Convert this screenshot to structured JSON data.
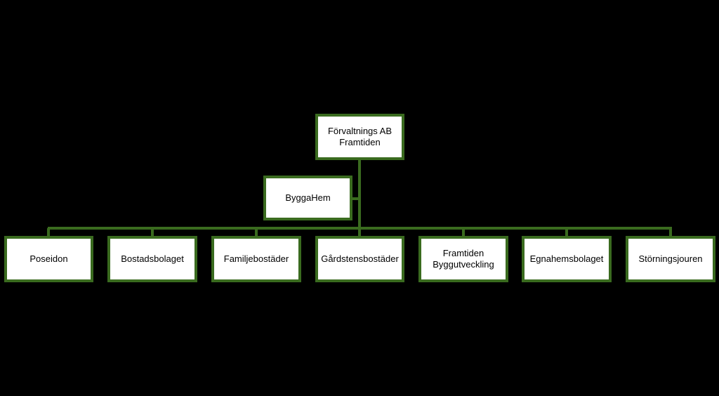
{
  "colors": {
    "background": "#000000",
    "box_fill": "#ffffff",
    "box_border": "#3a6b1f",
    "connector": "#3a6b1f",
    "text": "#000000"
  },
  "org": {
    "root": {
      "label": "Förvaltnings AB\nFramtiden"
    },
    "assistant": {
      "label": "ByggaHem"
    },
    "children": [
      {
        "label": "Poseidon"
      },
      {
        "label": "Bostadsbolaget"
      },
      {
        "label": "Familjebostäder"
      },
      {
        "label": "Gårdstensbostäder"
      },
      {
        "label": "Framtiden\nByggutveckling"
      },
      {
        "label": "Egnahemsbolaget"
      },
      {
        "label": "Störningsjouren"
      }
    ]
  }
}
